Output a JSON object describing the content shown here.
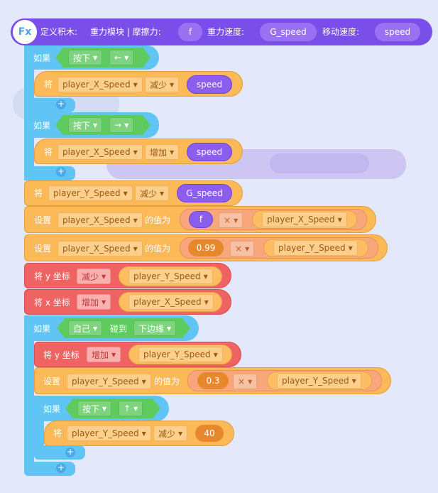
{
  "hat": {
    "icon": "Fx",
    "label_define": "定义积木:",
    "label_name": "重力模块 | 摩擦力:",
    "param_friction": "f",
    "label_gravity_speed": "重力速度:",
    "param_gravity": "G_speed",
    "label_move_speed": "移动速度:",
    "param_move": "speed"
  },
  "if1": {
    "label": "如果",
    "cond_mode": "按下",
    "cond_key": "←",
    "body": {
      "label": "将",
      "var": "player_X_Speed",
      "op": "减少",
      "val": "speed"
    }
  },
  "if2": {
    "label": "如果",
    "cond_mode": "按下",
    "cond_key": "→",
    "body": {
      "label": "将",
      "var": "player_X_Speed",
      "op": "增加",
      "val": "speed"
    }
  },
  "b1": {
    "label": "将",
    "var": "player_Y_Speed",
    "op": "减少",
    "val": "G_speed"
  },
  "b2": {
    "label": "设置",
    "var": "player_X_Speed",
    "mid": "的值为",
    "left": "f",
    "op": "×",
    "right": "player_X_Speed"
  },
  "b3": {
    "label": "设置",
    "var": "player_X_Speed",
    "mid": "的值为",
    "left": "0.99",
    "op": "×",
    "right": "player_Y_Speed"
  },
  "b4": {
    "label": "将 y 坐标",
    "op": "减少",
    "val": "player_Y_Speed"
  },
  "b5": {
    "label": "将 x 坐标",
    "op": "增加",
    "val": "player_X_Speed"
  },
  "if3": {
    "label": "如果",
    "subject": "自己",
    "verb": "碰到",
    "target": "下边缘",
    "c1": {
      "label": "将 y 坐标",
      "op": "增加",
      "val": "player_Y_Speed"
    },
    "c2": {
      "label": "设置",
      "var": "player_Y_Speed",
      "mid": "的值为",
      "left": "0.3",
      "op": "×",
      "right": "player_Y_Speed"
    },
    "if4": {
      "label": "如果",
      "cond_mode": "按下",
      "cond_key": "↑",
      "body": {
        "label": "将",
        "var": "player_Y_Speed",
        "op": "减少",
        "val": "40"
      }
    }
  },
  "colors": {
    "background": "#e3e9fb",
    "control": "#60c5f5",
    "variable": "#fbb957",
    "motion": "#ef6363",
    "hat": "#7a4ee8",
    "sensing": "#5fcb5f"
  },
  "icons": {
    "add": "plus-icon",
    "dropdown": "triangle-down-icon"
  }
}
